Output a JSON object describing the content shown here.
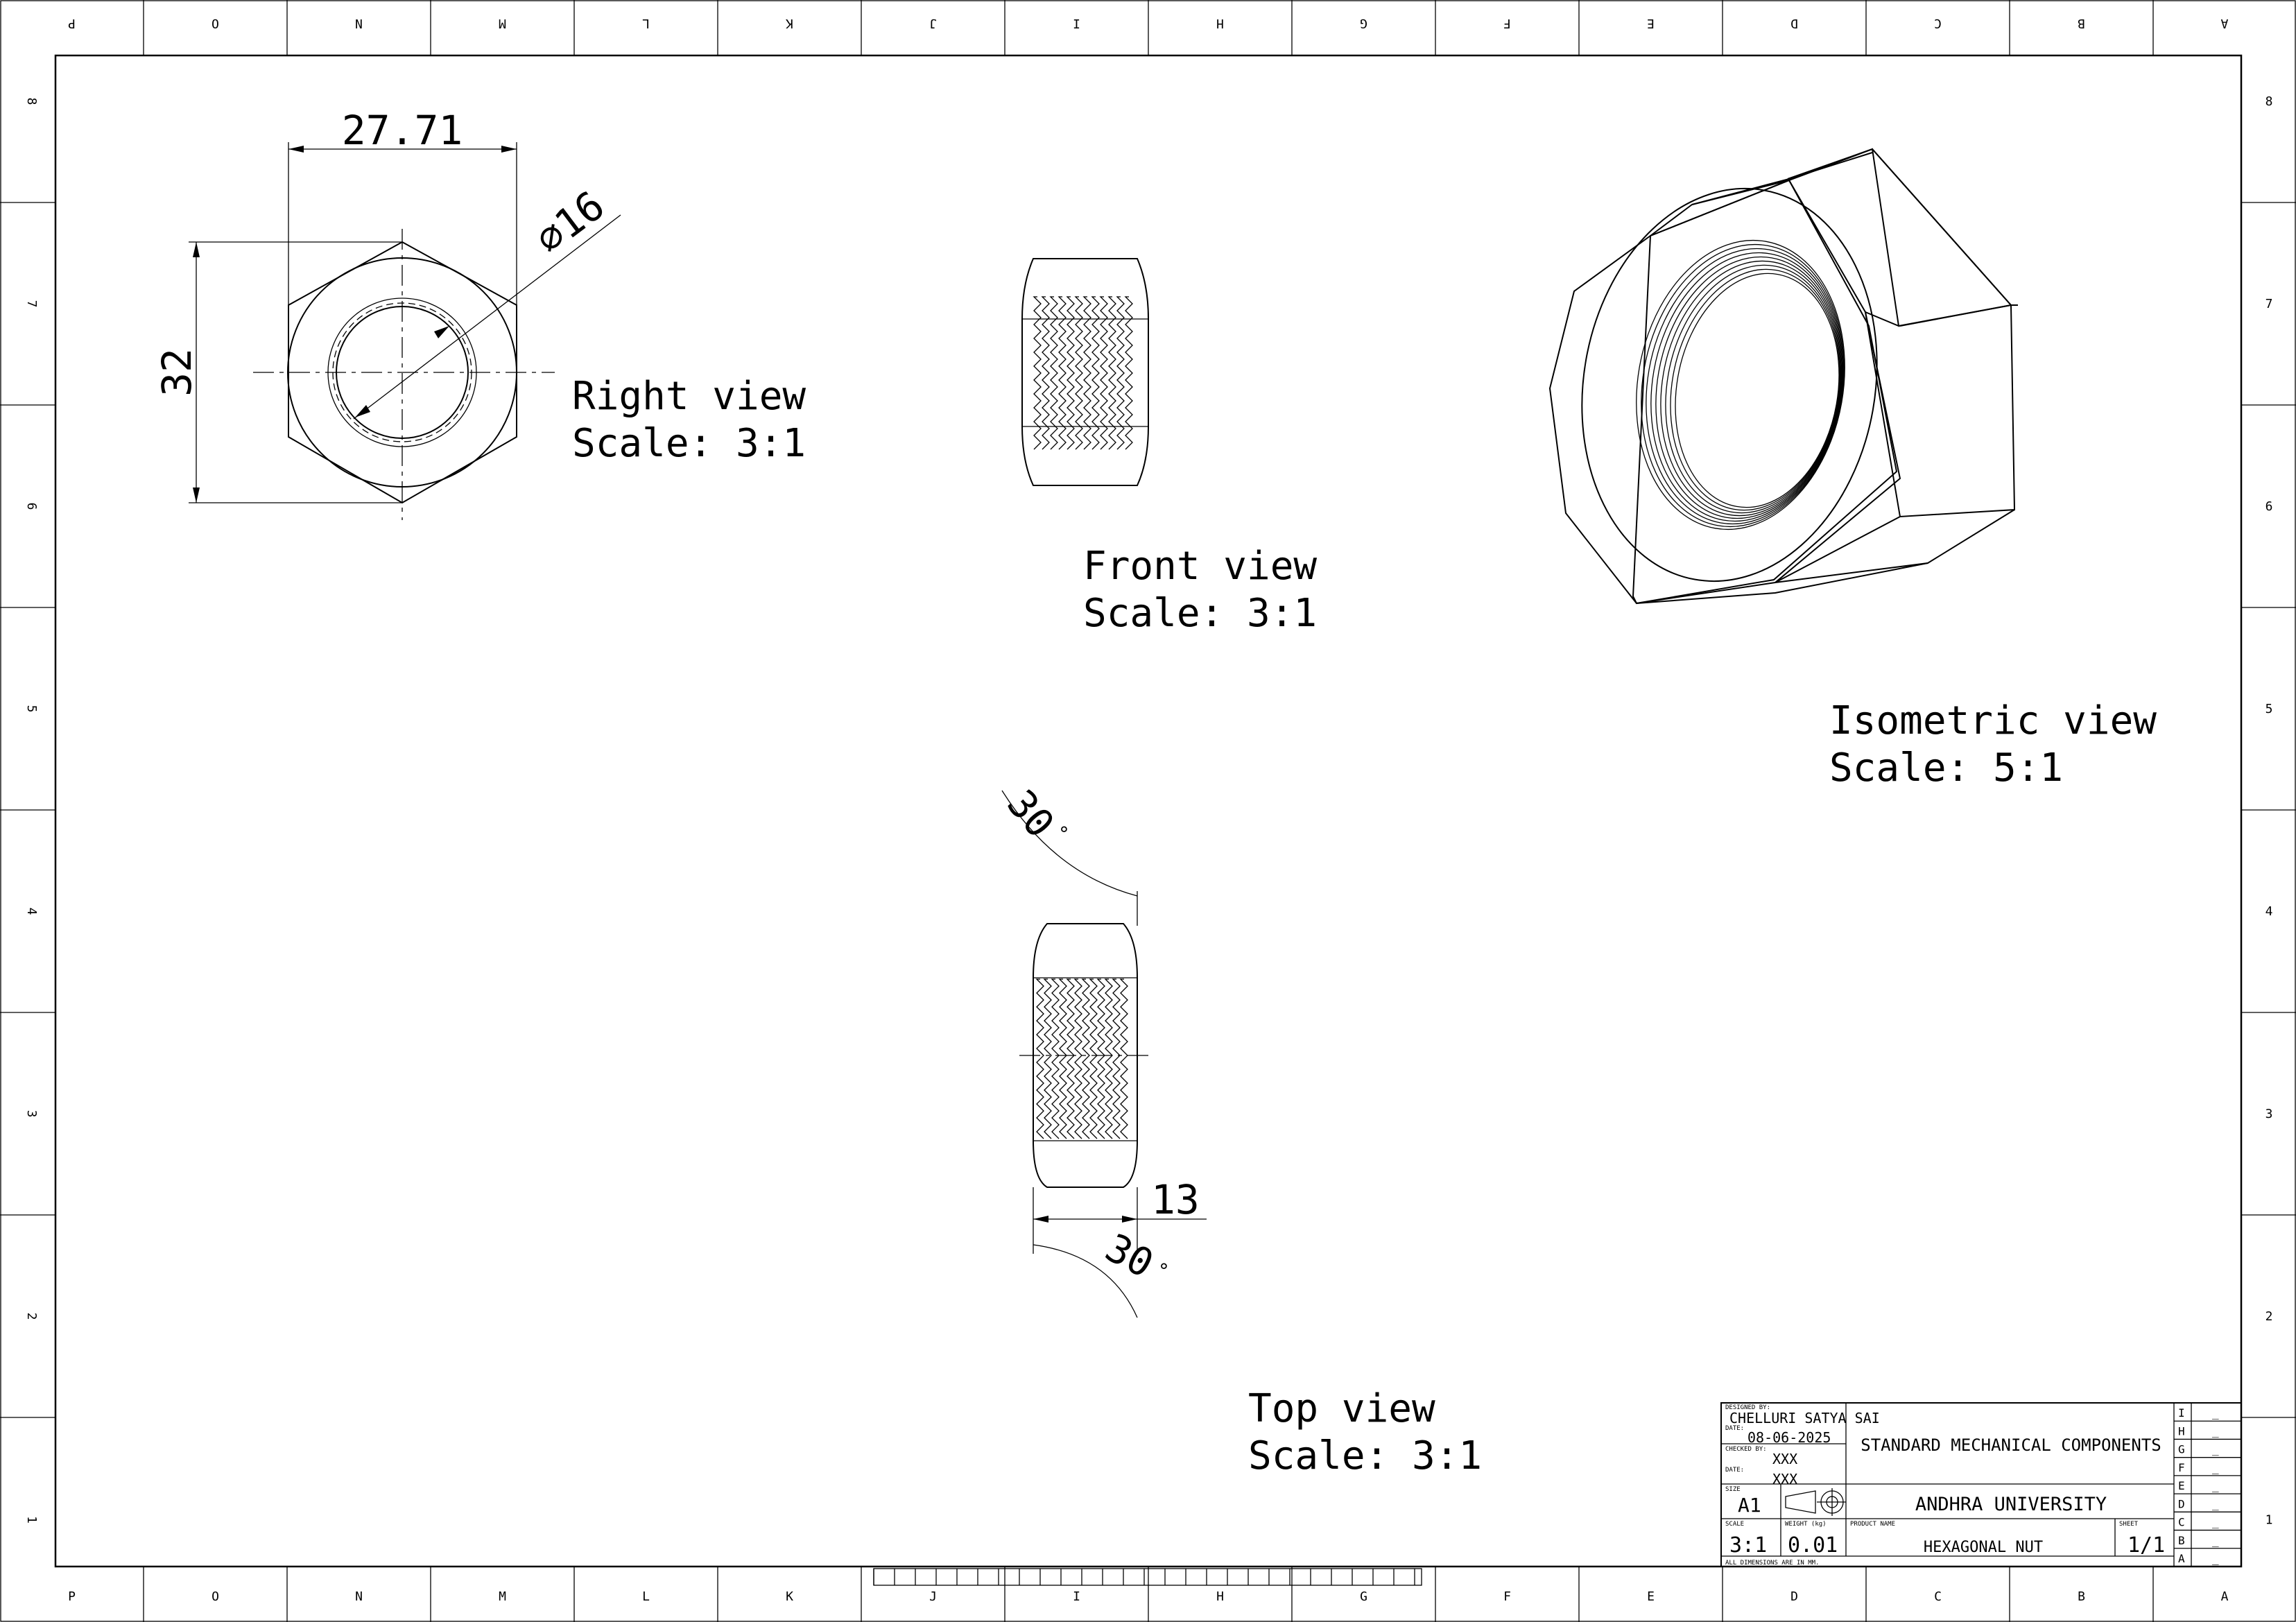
{
  "zone_letters": [
    "P",
    "O",
    "N",
    "M",
    "L",
    "K",
    "J",
    "I",
    "H",
    "G",
    "F",
    "E",
    "D",
    "C",
    "B",
    "A"
  ],
  "zone_numbers": [
    "8",
    "7",
    "6",
    "5",
    "4",
    "3",
    "2",
    "1"
  ],
  "views": {
    "right": {
      "name": "Right view",
      "scale": "Scale:  3:1"
    },
    "front": {
      "name": "Front view",
      "scale": "Scale:  3:1"
    },
    "iso": {
      "name": "Isometric view",
      "scale": "Scale:  5:1"
    },
    "top": {
      "name": "Top view",
      "scale": "Scale:  3:1"
    }
  },
  "dimensions": {
    "width_flats": "27.71",
    "height_corners": "32",
    "bore_diameter": "⌀16",
    "thickness": "13",
    "chamfer_top": "30",
    "chamfer_bottom": "30",
    "degree": "°"
  },
  "title_block": {
    "designed_by_label": "DESIGNED BY:",
    "designed_by": "CHELLURI SATYA SAI",
    "date_label_1": "DATE:",
    "date_1": "08-06-2025",
    "checked_by_label": "CHECKED BY:",
    "checked_by": "XXX",
    "date_label_2": "DATE:",
    "date_2": "XXX",
    "size_label": "SIZE",
    "size": "A1",
    "scale_label": "SCALE",
    "scale": "3:1",
    "weight_label": "WEIGHT (kg)",
    "weight": "0.01",
    "product_name_label": "PRODUCT NAME",
    "product_name": "HEXAGONAL NUT",
    "sheet_label": "SHEET",
    "sheet": "1/1",
    "project": "STANDARD MECHANICAL COMPONENTS",
    "organization": "ANDHRA UNIVERSITY",
    "footnote": "ALL DIMENSIONS ARE IN MM.",
    "revisions": [
      {
        "letter": "I",
        "value": "_"
      },
      {
        "letter": "H",
        "value": "_"
      },
      {
        "letter": "G",
        "value": "_"
      },
      {
        "letter": "F",
        "value": "_"
      },
      {
        "letter": "E",
        "value": "_"
      },
      {
        "letter": "D",
        "value": "_"
      },
      {
        "letter": "C",
        "value": "_"
      },
      {
        "letter": "B",
        "value": "_"
      },
      {
        "letter": "A",
        "value": "_"
      }
    ]
  }
}
